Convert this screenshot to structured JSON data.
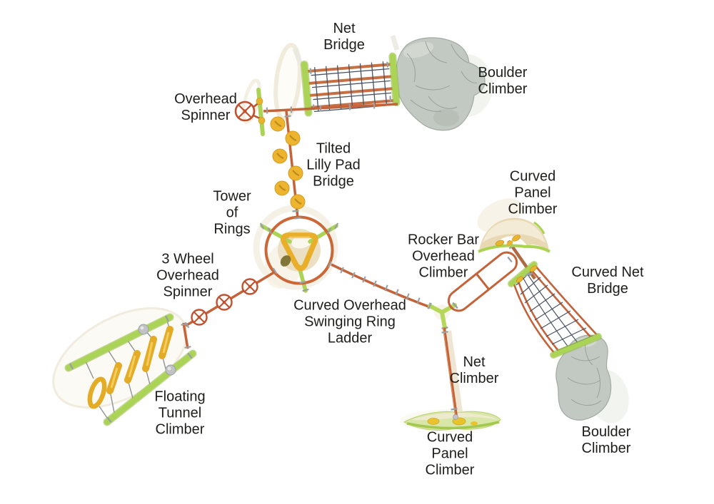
{
  "diagram": {
    "title": "playground-equipment-top-view",
    "background": "#ffffff",
    "text_color": "#1d1d1b",
    "colors": {
      "pole_orange": "#c4623a",
      "wheel_orange": "#c0512f",
      "rail_green": "#a9d351",
      "pad_yellow": "#e9b42e",
      "net_dark": "#4a5361",
      "boulder_gray": "#c2c9c2",
      "clamp_gray": "#99a0a5",
      "cream": "#efe6cf"
    },
    "labels": {
      "net_bridge": "Net\nBridge",
      "boulder_climber_top": "Boulder\nClimber",
      "overhead_spinner": "Overhead\nSpinner",
      "tilted_lilly_pad_bridge": "Tilted\nLilly Pad\nBridge",
      "tower_of_rings": "Tower\nof\nRings",
      "three_wheel_overhead_spinner": "3 Wheel\nOverhead\nSpinner",
      "curved_overhead_swinging_ring_ladder": "Curved Overhead\nSwinging Ring\nLadder",
      "floating_tunnel_climber": "Floating\nTunnel\nClimber",
      "rocker_bar_overhead_climber": "Rocker Bar\nOverhead\nClimber",
      "curved_panel_climber_top": "Curved\nPanel\nClimber",
      "curved_net_bridge": "Curved Net\nBridge",
      "net_climber": "Net\nClimber",
      "curved_panel_climber_bottom": "Curved\nPanel\nClimber",
      "boulder_climber_bottom": "Boulder\nClimber"
    }
  }
}
